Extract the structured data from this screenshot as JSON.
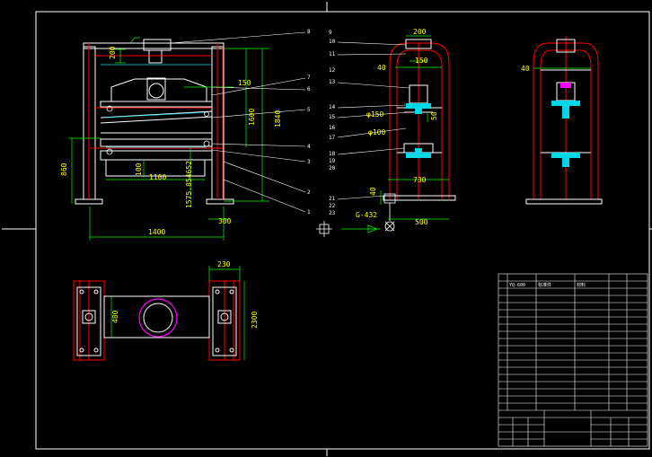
{
  "colors": {
    "background": "#000000",
    "outline": "#ffffff",
    "frame": "#ff0000",
    "dimension": "#00ff00",
    "dimension_text": "#ffff00",
    "cyan_part": "#00d8e8",
    "magenta_part": "#ff00ff"
  },
  "front_view": {
    "dims": {
      "d200": "200",
      "d150": "150",
      "d100": "100",
      "d1100": "1100",
      "d1400": "1400",
      "d300": "300",
      "d860": "860",
      "d1600": "1600",
      "d1840": "1840",
      "d1575": "1575.854652"
    },
    "balloons": [
      "8",
      "7",
      "6",
      "5",
      "4",
      "3",
      "2",
      "1"
    ]
  },
  "side_view": {
    "dims": {
      "d200": "200",
      "d40": "40",
      "d150": "150",
      "phi150": "φ150",
      "phi100": "φ100",
      "d40b": "40",
      "d730": "730",
      "d500": "500",
      "g432": "G-432",
      "d50": "50"
    },
    "balloons": [
      "9",
      "10",
      "11",
      "12",
      "13",
      "14",
      "15",
      "16",
      "17",
      "18",
      "19",
      "20",
      "21",
      "22",
      "23"
    ]
  },
  "end_view": {
    "dims": {
      "d40": "40"
    }
  },
  "plan_view": {
    "dims": {
      "d230": "230",
      "d480": "480",
      "d2300": "2300"
    }
  },
  "title_block": {
    "label1": "YQ-600",
    "label2": "标准件",
    "label3": "材料"
  }
}
